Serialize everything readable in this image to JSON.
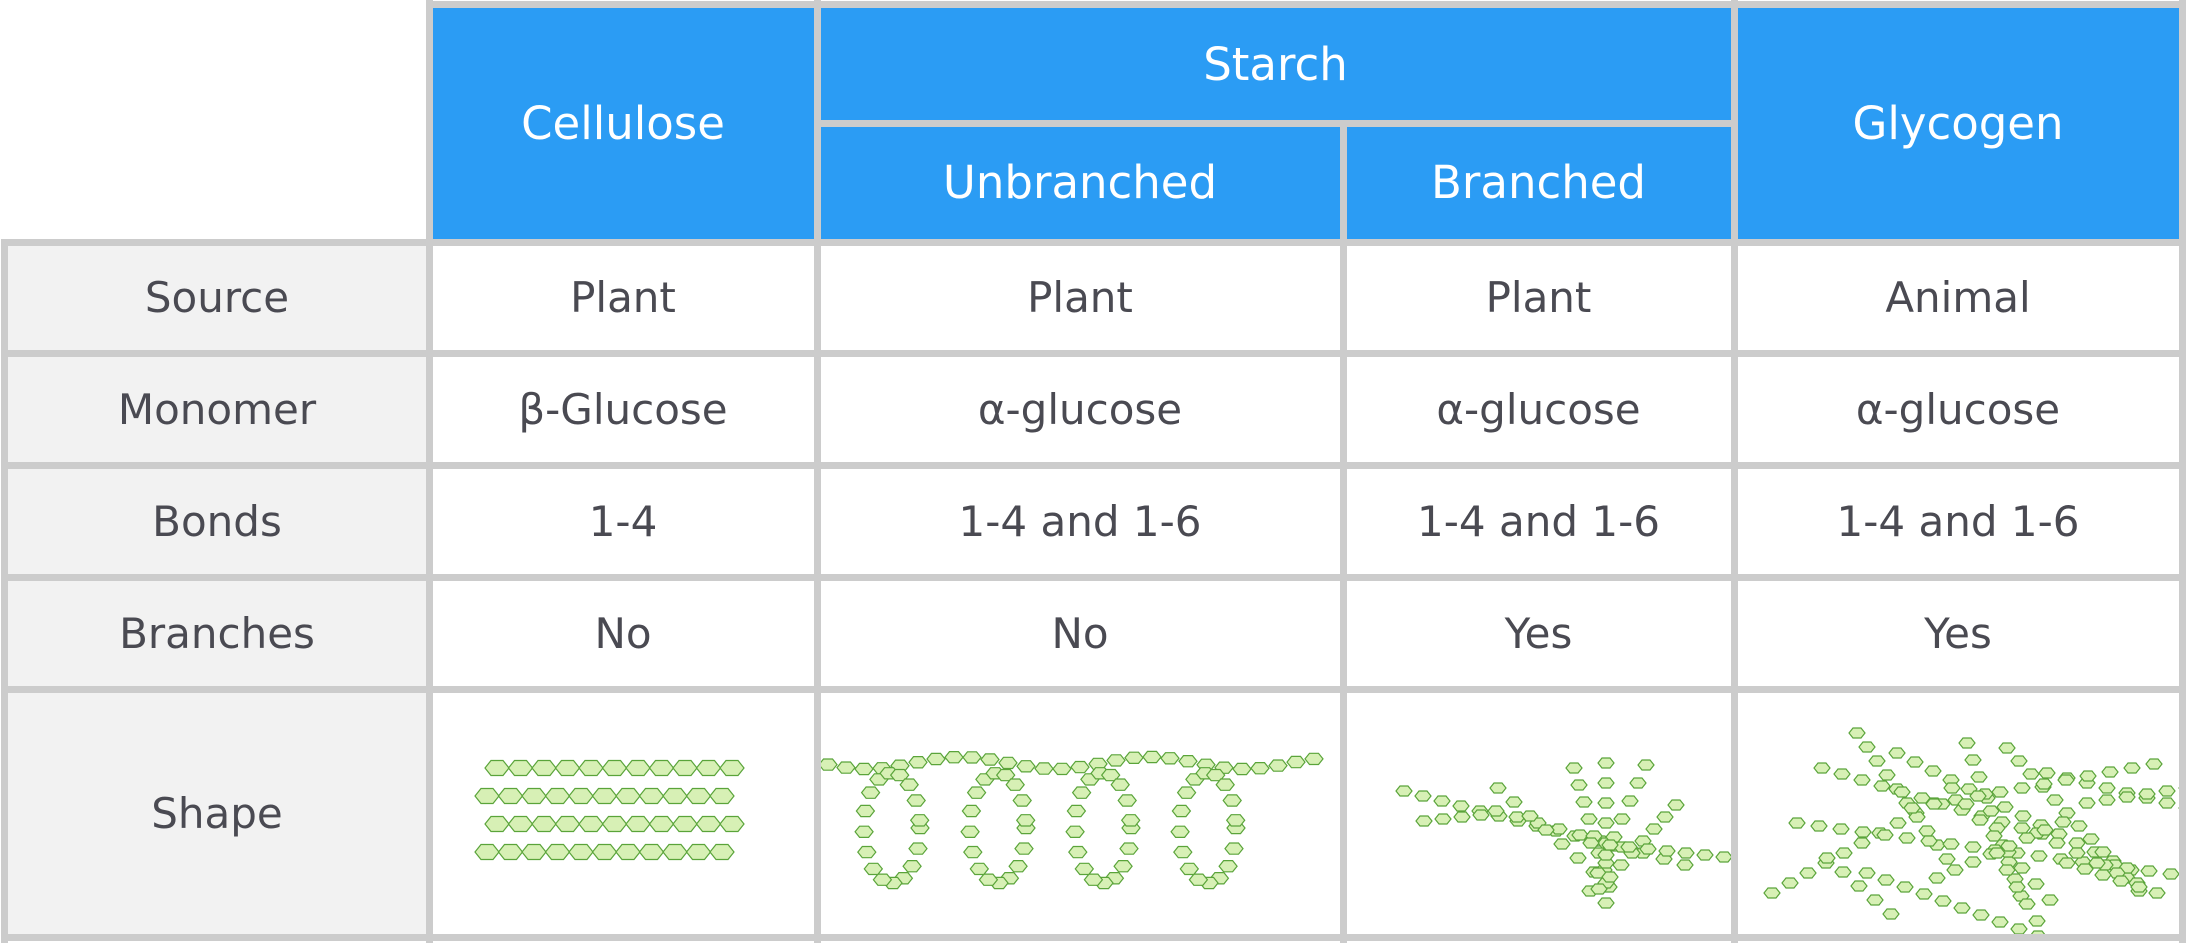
{
  "colors": {
    "header": "#2b9cf4",
    "grid": "#cccccc",
    "row_label_bg": "#f2f2f2",
    "shape_fill": "#d7f0b5",
    "shape_stroke": "#5aa43a"
  },
  "header": {
    "cellulose": "Cellulose",
    "starch": "Starch",
    "unbranched": "Unbranched",
    "branched": "Branched",
    "glycogen": "Glycogen"
  },
  "rows": [
    {
      "label": "Source",
      "values": [
        "Plant",
        "Plant",
        "Plant",
        "Animal"
      ]
    },
    {
      "label": "Monomer",
      "values": [
        "β-Glucose",
        "α-glucose",
        "α-glucose",
        "α-glucose"
      ]
    },
    {
      "label": "Bonds",
      "values": [
        "1-4",
        "1-4 and 1-6",
        "1-4 and 1-6",
        "1-4 and 1-6"
      ]
    },
    {
      "label": "Branches",
      "values": [
        "No",
        "No",
        "Yes",
        "Yes"
      ]
    },
    {
      "label": "Shape",
      "values": [
        "cellulose-chains-illustration",
        "unbranched-helix-illustration",
        "branched-starch-illustration",
        "glycogen-illustration"
      ]
    }
  ]
}
